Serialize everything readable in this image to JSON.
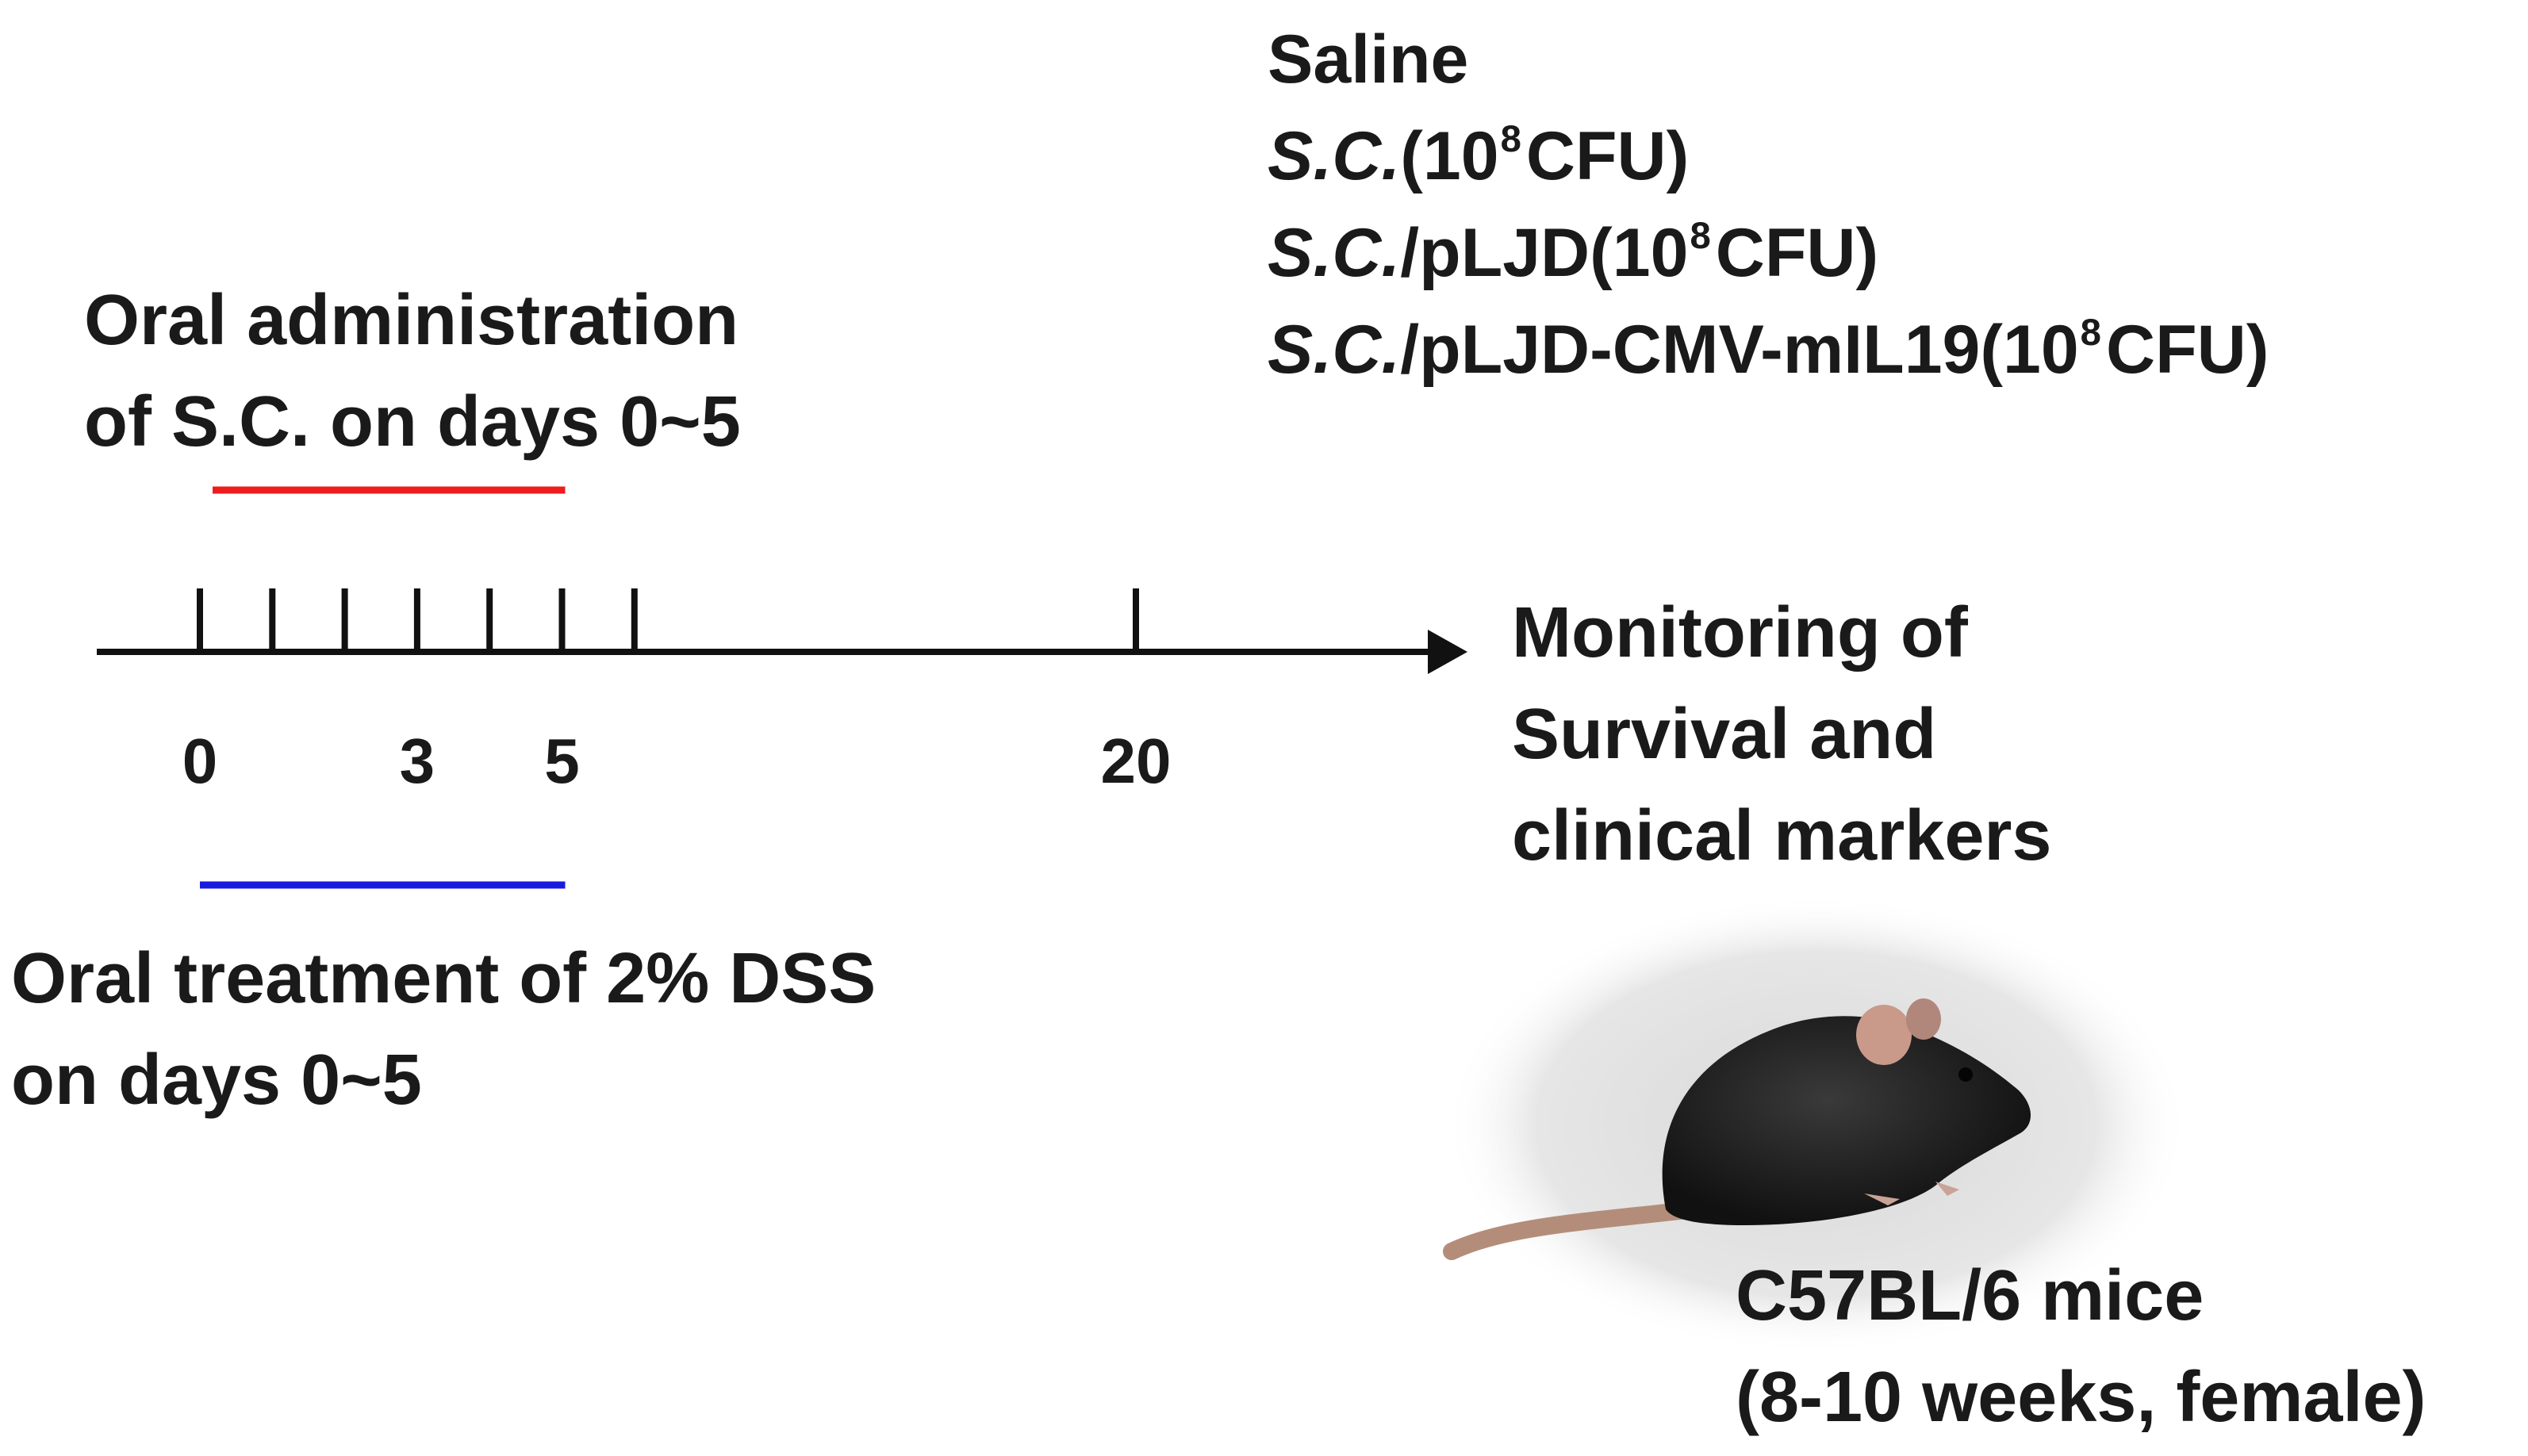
{
  "groups": [
    {
      "italic": "",
      "main": "Saline",
      "sup": "",
      "tail": ""
    },
    {
      "italic": "S.C.",
      "main": "(10",
      "sup": "8",
      "tail": "CFU)"
    },
    {
      "italic": "S.C.",
      "main": "/pLJD(10",
      "sup": "8",
      "tail": "CFU)"
    },
    {
      "italic": "S.C.",
      "main": "/pLJD-CMV-mIL19(10",
      "sup": "8",
      "tail": "CFU)"
    }
  ],
  "oral_admin": {
    "line1": "Oral administration",
    "line2": "of S.C. on days 0~5",
    "color": "#ee1c1c",
    "days": [
      0,
      5
    ]
  },
  "dss": {
    "line1": "Oral treatment of 2% DSS",
    "line2": "on days 0~5",
    "color": "#1a1adf",
    "days": [
      0,
      5
    ]
  },
  "timeline": {
    "tick_days": [
      0,
      1,
      2,
      3,
      4,
      5,
      6,
      20
    ],
    "labels": [
      {
        "day": 0,
        "text": "0"
      },
      {
        "day": 3,
        "text": "3"
      },
      {
        "day": 5,
        "text": "5"
      },
      {
        "day": 20,
        "text": "20"
      }
    ]
  },
  "monitoring": {
    "line1": "Monitoring of",
    "line2": "Survival and",
    "line3": "clinical markers"
  },
  "mouse": {
    "caption1": "C57BL/6 mice",
    "caption2": "(8-10 weeks, female)"
  }
}
